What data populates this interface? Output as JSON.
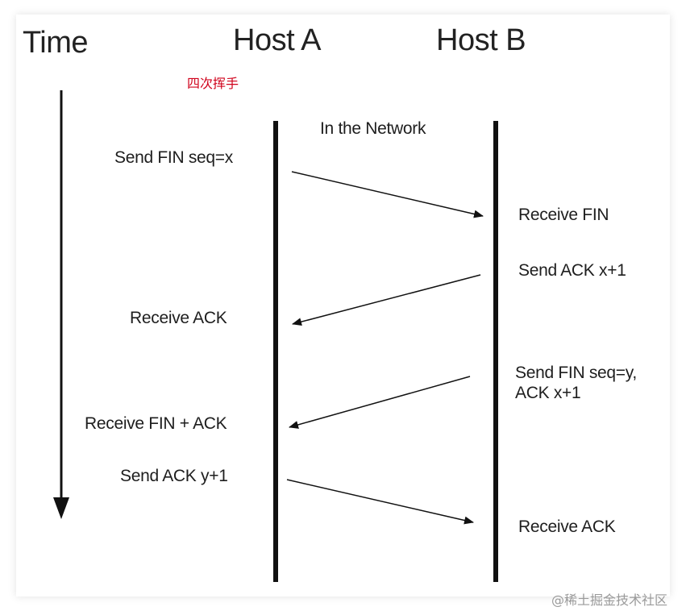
{
  "headers": {
    "time": "Time",
    "host_a": "Host A",
    "host_b": "Host B"
  },
  "annotation": "四次挥手",
  "network_label": "In the Network",
  "host_a_events": {
    "send_fin": "Send FIN seq=x",
    "receive_ack": "Receive  ACK",
    "receive_fin_ack": "Receive FIN + ACK",
    "send_ack_y": "Send ACK y+1"
  },
  "host_b_events": {
    "receive_fin": "Receive FIN",
    "send_ack_x": "Send ACK x+1",
    "send_fin_y_line1": "Send FIN seq=y,",
    "send_fin_y_line2": "ACK x+1",
    "receive_ack": "Receive ACK"
  },
  "watermark": "@稀土掘金技术社区",
  "colors": {
    "line": "#111111",
    "annotation": "#d0021b",
    "watermark": "#9a9a9a"
  }
}
